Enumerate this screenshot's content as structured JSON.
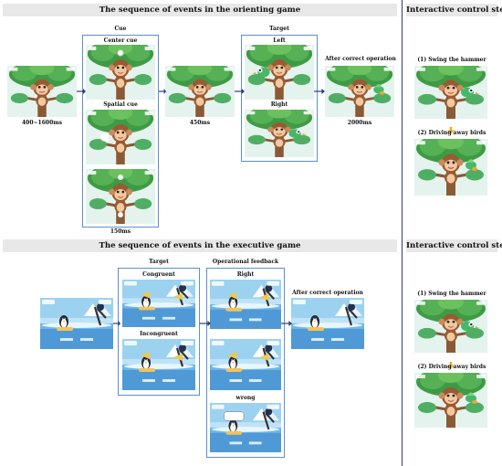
{
  "orienting": {
    "header": "The sequence of events in the orienting game",
    "cue_label": "Cue",
    "center_cue": "Center cue",
    "spatial_cue": "Spatial cue",
    "target_label": "Target",
    "left_label": "Left",
    "right_label": "Right",
    "after_label": "After correct operation",
    "t_fix": "400~1600ms",
    "t_cue": "150ms",
    "t_gap": "450ms",
    "t_after": "2000ms"
  },
  "executive": {
    "header": "The sequence of events in the executive game",
    "target_label": "Target",
    "feedback_label": "Operational feedback",
    "congruent": "Congruent",
    "incongruent": "Incongruent",
    "right_label": "Right",
    "wrong_label": "wrong",
    "after_label": "After correct operation"
  },
  "controls_top": {
    "header": "Interactive control steps",
    "step1": "(1) Swing the hammer",
    "step2": "(2) Driving away birds"
  },
  "controls_bottom": {
    "header": "Interactive control steps",
    "step1": "(1) Swing the hammer",
    "step2": "(2) Driving away birds"
  },
  "colors": {
    "header_bg": "#e8e8e8",
    "group_border": "#5b8fd6",
    "arrow": "#2b3f70",
    "down_arrow": "#e7b21c"
  }
}
